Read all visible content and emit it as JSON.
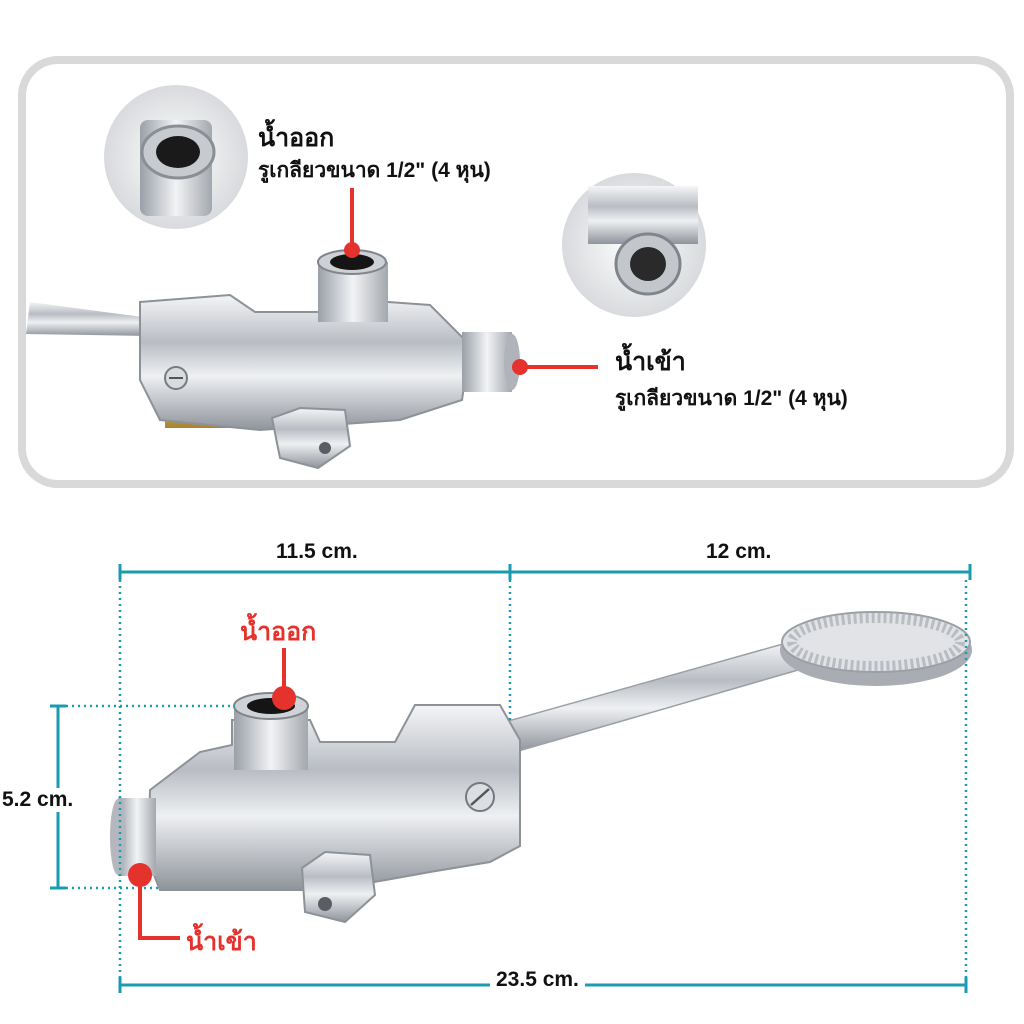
{
  "colors": {
    "accent_red": "#e5322d",
    "dimension_teal": "#1b9bb0",
    "panel_border": "#d9d9d9",
    "chrome": "#c9ccd1",
    "brass": "#c9a54a"
  },
  "top_panel": {
    "outlet": {
      "title": "น้ำออก",
      "thread": "รูเกลียวขนาด 1/2\" (4 หุน)"
    },
    "inlet": {
      "title": "น้ำเข้า",
      "thread": "รูเกลียวขนาด 1/2\" (4 หุน)"
    }
  },
  "bottom_diagram": {
    "outlet_label": "น้ำออก",
    "inlet_label": "น้ำเข้า",
    "dimensions": {
      "body_length": "11.5 cm.",
      "pedal_length": "12 cm.",
      "height": "5.2 cm.",
      "total_length": "23.5 cm."
    }
  }
}
